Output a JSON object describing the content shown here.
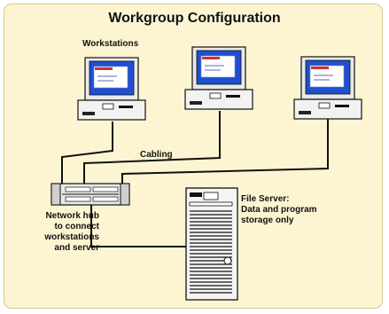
{
  "title": "Workgroup Configuration",
  "labels": {
    "workstations": "Workstations",
    "cabling": "Cabling",
    "hub_lines": [
      "Network hub",
      "to connect",
      "workstations",
      "and server"
    ],
    "server_lines": [
      "File Server:",
      "Data and program",
      "storage only"
    ]
  },
  "colors": {
    "background": "#fdf5d2",
    "border": "#d8c98e",
    "screen": "#1f4fd1",
    "device_body": "#f2f2f2"
  }
}
